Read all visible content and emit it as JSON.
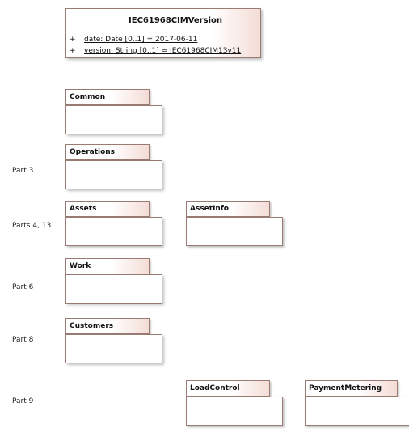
{
  "class_box": {
    "title": "IEC61968CIMVersion",
    "attributes": [
      {
        "visibility": "+",
        "text": "date: Date [0..1] = 2017-06-11"
      },
      {
        "visibility": "+",
        "text": "version: String [0..1] = IEC61968CIM13v11"
      }
    ]
  },
  "part_labels": {
    "part3": "Part 3",
    "parts4_13": "Parts 4, 13",
    "part6": "Part 6",
    "part8": "Part 8",
    "part9": "Part 9"
  },
  "packages": {
    "common": "Common",
    "operations": "Operations",
    "assets": "Assets",
    "asset_info": "AssetInfo",
    "work": "Work",
    "customers": "Customers",
    "load_control": "LoadControl",
    "payment_metering": "PaymentMetering"
  }
}
